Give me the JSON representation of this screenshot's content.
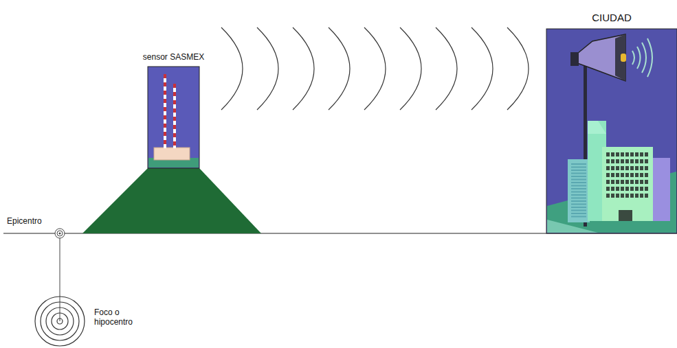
{
  "diagram": {
    "nodes": [
      {
        "text": [
          "sensor SASMEX"
        ]
      },
      {
        "text": [
          "CIUDAD"
        ]
      }
    ],
    "labels": [
      "Epicentro",
      "Foco o hipocentro"
    ]
  }
}
